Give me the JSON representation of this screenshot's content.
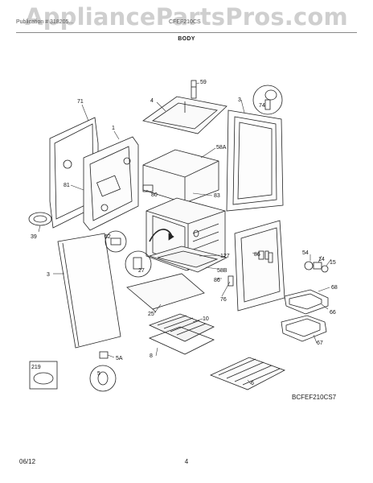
{
  "header": {
    "watermark": "AppliancePartsPros.com",
    "left": "Publication # 318205...",
    "mid": "CFEF210CS",
    "title": "BODY"
  },
  "callouts": [
    {
      "id": "4",
      "text": "4"
    },
    {
      "id": "59",
      "text": "59"
    },
    {
      "id": "71",
      "text": "71"
    },
    {
      "id": "1",
      "text": "1"
    },
    {
      "id": "3a",
      "text": "3"
    },
    {
      "id": "74",
      "text": "74"
    },
    {
      "id": "58A",
      "text": "58A"
    },
    {
      "id": "81",
      "text": "81"
    },
    {
      "id": "80",
      "text": "80"
    },
    {
      "id": "83",
      "text": "83"
    },
    {
      "id": "39",
      "text": "39"
    },
    {
      "id": "62",
      "text": "62"
    },
    {
      "id": "27",
      "text": "27"
    },
    {
      "id": "127",
      "text": "127"
    },
    {
      "id": "58B",
      "text": "58B"
    },
    {
      "id": "86a",
      "text": "86"
    },
    {
      "id": "86b",
      "text": "86"
    },
    {
      "id": "76",
      "text": "76"
    },
    {
      "id": "54",
      "text": "54"
    },
    {
      "id": "14",
      "text": "14"
    },
    {
      "id": "15",
      "text": "15"
    },
    {
      "id": "68",
      "text": "68"
    },
    {
      "id": "66",
      "text": "66"
    },
    {
      "id": "3b",
      "text": "3"
    },
    {
      "id": "25",
      "text": "25"
    },
    {
      "id": "10",
      "text": "10"
    },
    {
      "id": "8",
      "text": "8"
    },
    {
      "id": "67",
      "text": "67"
    },
    {
      "id": "6",
      "text": "6"
    },
    {
      "id": "219",
      "text": "219"
    },
    {
      "id": "5",
      "text": "5"
    },
    {
      "id": "5A",
      "text": "5A"
    }
  ],
  "footer": {
    "code": "BCFEF210CS7",
    "date": "06/12",
    "page": "4"
  }
}
